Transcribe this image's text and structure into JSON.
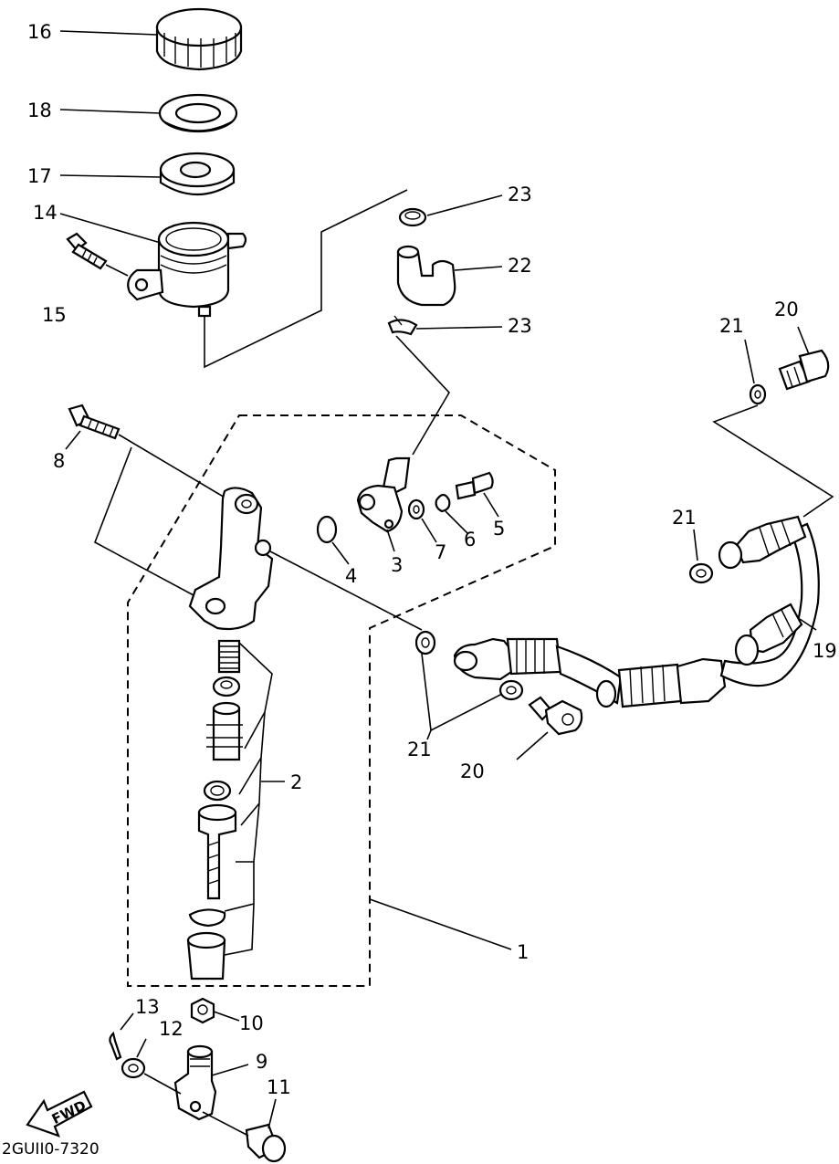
{
  "diagram": {
    "code": "2GUII0-7320",
    "fwd_label": "FWD",
    "labels": {
      "l1": "1",
      "l2": "2",
      "l3": "3",
      "l4": "4",
      "l5": "5",
      "l6": "6",
      "l7": "7",
      "l8": "8",
      "l9": "9",
      "l10": "10",
      "l11": "11",
      "l12": "12",
      "l13": "13",
      "l14": "14",
      "l15": "15",
      "l16": "16",
      "l17": "17",
      "l18": "18",
      "l19": "19",
      "l20a": "20",
      "l20b": "20",
      "l21a": "21",
      "l21b": "21",
      "l21c": "21",
      "l22": "22",
      "l23a": "23",
      "l23b": "23"
    }
  }
}
